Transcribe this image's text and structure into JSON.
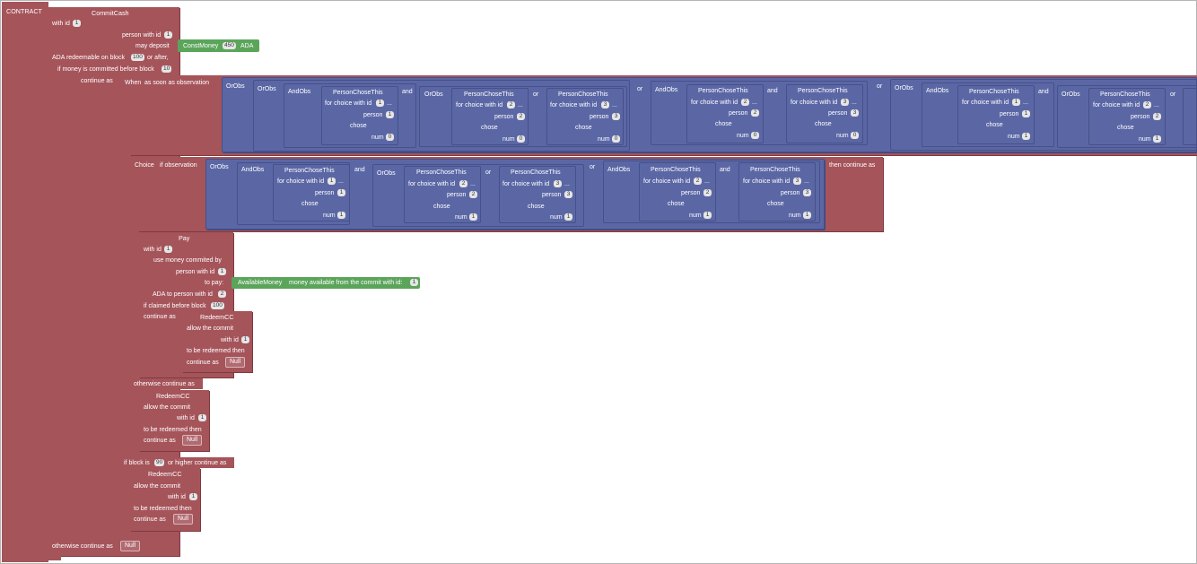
{
  "contract_label": "CONTRACT",
  "commit": {
    "title": "CommitCash",
    "with_id": "with id",
    "id": "1",
    "person_with_id": "person with id",
    "person_id": "1",
    "may_deposit": "may deposit",
    "const_money": "ConstMoney",
    "amount": "450",
    "ada": "ADA",
    "redeemable": "ADA redeemable on block",
    "redeem_block": "100",
    "or_after": "or after,",
    "if_committed": "if money is committed before block",
    "commit_block": "10",
    "continue_as": "continue as",
    "otherwise_continue_as": "otherwise continue as",
    "null": "Null"
  },
  "when": {
    "label": "When",
    "as_soon_as": "as soon as observation",
    "or": "or",
    "and": "and",
    "orobs": "OrObs",
    "andobs": "AndObs",
    "pct": "PersonChoseThis",
    "for_choice": "for choice with id",
    "person": "person",
    "chose": "chose",
    "num": "num",
    "ellipsis": "...",
    "groups": [
      {
        "items": [
          {
            "choice": "1",
            "person": "1",
            "num": "0"
          },
          {
            "choice": "2",
            "person": "2",
            "num": "0"
          },
          {
            "choice": "3",
            "person": "3",
            "num": "0"
          }
        ]
      },
      {
        "items": [
          {
            "choice": "2",
            "person": "2",
            "num": "0"
          },
          {
            "choice": "3",
            "person": "3",
            "num": "0"
          }
        ]
      },
      {
        "items": [
          {
            "choice": "1",
            "person": "1",
            "num": "1"
          },
          {
            "choice": "2",
            "person": "2",
            "num": "1"
          }
        ]
      }
    ],
    "if_block": "if block is",
    "timeout_block": "90",
    "or_higher": "or higher continue as"
  },
  "choice": {
    "label": "Choice",
    "if_observation": "if observation",
    "then_continue": "then continue as",
    "otherwise": "otherwise continue as",
    "items": [
      {
        "choice": "1",
        "person": "1",
        "num": "1"
      },
      {
        "choice": "2",
        "person": "2",
        "num": "1"
      },
      {
        "choice": "3",
        "person": "3",
        "num": "1"
      },
      {
        "choice": "2",
        "person": "2",
        "num": "1"
      },
      {
        "choice": "3",
        "person": "3",
        "num": "1"
      }
    ]
  },
  "pay": {
    "title": "Pay",
    "with_id": "with id",
    "id": "1",
    "use_money": "use money commited by",
    "person_with_id": "person with id",
    "person_id": "1",
    "to_pay": "to pay:",
    "available_money": "AvailableMoney",
    "money_available": "money available from the commit with id:",
    "commit_id": "1",
    "ada_to": "ADA to person with id",
    "to_person": "2",
    "if_claimed": "if claimed before block",
    "claim_block": "100",
    "continue_as": "continue as"
  },
  "redeem": {
    "title": "RedeemCC",
    "allow": "allow the commit",
    "with_id": "with id",
    "id": "1",
    "to_be": "to be redeemed then",
    "continue_as": "continue as",
    "null": "Null"
  },
  "colors": {
    "red": "#a5545a",
    "blue": "#5b67a5",
    "green": "#5ba55b"
  }
}
